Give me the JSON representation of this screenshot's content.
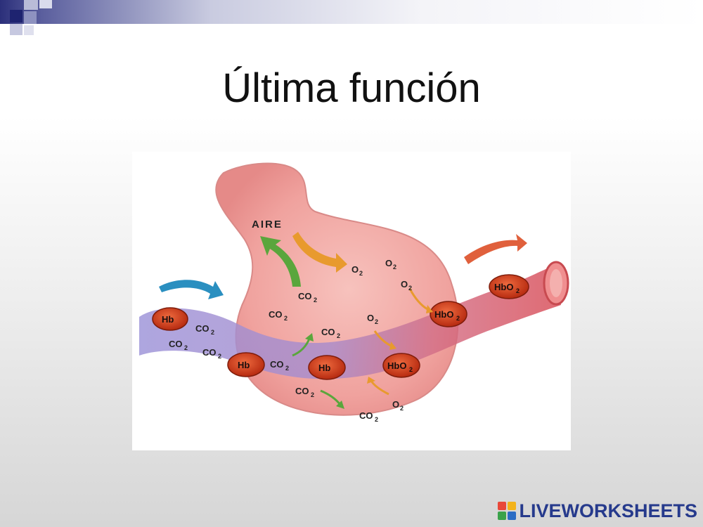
{
  "slide": {
    "title": "Última función"
  },
  "diagram": {
    "labels": {
      "aire": "AIRE",
      "o2": "O",
      "co2": "CO",
      "sub2": "2",
      "hb": "Hb",
      "hbo2": "HbO",
      "hbo2_sub": "2"
    }
  },
  "watermark": {
    "text": "LIVEWORKSHEETS"
  },
  "colors": {
    "alveolus": "#f0a3a0",
    "vein_blue": "#9b8fd6",
    "artery_red": "#d9545c",
    "red_cell": "#d83a1e",
    "arrow_green": "#5aa63c",
    "arrow_orange": "#e89a2e",
    "arrow_blue": "#2a8fc0",
    "arrow_red": "#e0603c"
  }
}
